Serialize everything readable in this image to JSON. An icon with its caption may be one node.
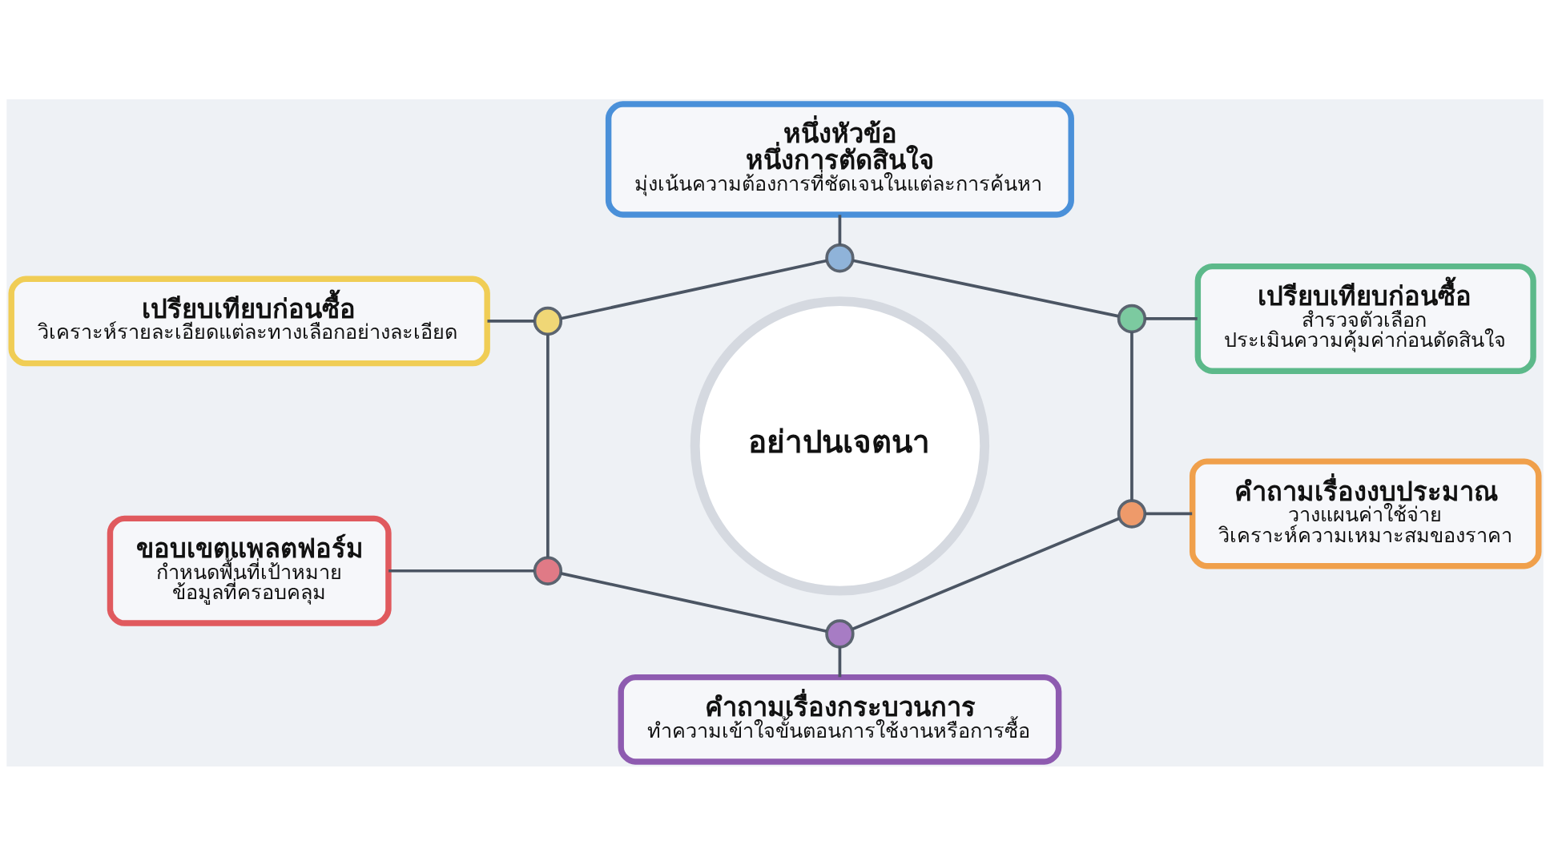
{
  "diagram": {
    "nodes": [
      {
        "text": [
          "อย่าปนเจตนา"
        ]
      },
      {
        "text": [
          "หนึ่งหัวข้อ หนึ่งการตัดสินใจ",
          "มุ่งเน้นความต้องการที่ชัดเจนในแต่ละการค้นหา"
        ]
      },
      {
        "text": [
          "เปรียบเทียบก่อนซื้อ",
          "วิเคราะห์รายละเอียดแต่ละทางเลือกอย่างละเอียด"
        ]
      },
      {
        "text": [
          "เปรียบเทียบก่อนซื้อ",
          "สำรวจตัวเลือก ประเมินความคุ้มค่าก่อนดัดสินใจ"
        ]
      },
      {
        "text": [
          "ขอบเขตแพลตฟอร์ม",
          "กำหนดพื้นที่เป้าหมาย ข้อมูลที่ครอบคลุม"
        ]
      },
      {
        "text": [
          "คำถามเรื่องงบประมาณ",
          "วางแผนค่าใช้จ่าย วิเคราะห์ความเหมาะสมของราคา"
        ]
      },
      {
        "text": [
          "คำถามเรื่องกระบวนการ",
          "ทำความเข้าใจขั้นตอนการใช้งานหรือการซื้อ"
        ]
      },
      {
        "text": [],
        "shape": "circle"
      },
      {
        "text": [],
        "shape": "circle"
      },
      {
        "text": [],
        "shape": "circle"
      },
      {
        "text": [],
        "shape": "circle"
      },
      {
        "text": [],
        "shape": "circle"
      },
      {
        "text": [],
        "shape": "circle"
      }
    ],
    "edges": [
      {
        "from": 1,
        "to": 7,
        "arrow": "none"
      },
      {
        "from": 2,
        "to": 8,
        "arrow": "none"
      },
      {
        "from": 9,
        "to": 3,
        "arrow": "none"
      },
      {
        "from": 4,
        "to": 10,
        "arrow": "none"
      },
      {
        "from": 11,
        "to": 5,
        "arrow": "none"
      },
      {
        "from": 12,
        "to": 6,
        "arrow": "none"
      },
      {
        "from": 8,
        "to": 7,
        "arrow": "none"
      },
      {
        "from": 7,
        "to": 9,
        "arrow": "none"
      },
      {
        "from": 9,
        "to": 11,
        "arrow": "none"
      },
      {
        "from": 12,
        "to": 11,
        "arrow": "none"
      },
      {
        "from": 10,
        "to": 12,
        "arrow": "none"
      },
      {
        "from": 8,
        "to": 10,
        "arrow": "none"
      }
    ]
  }
}
